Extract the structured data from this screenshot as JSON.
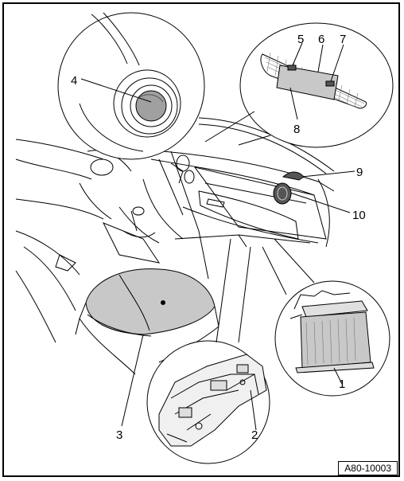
{
  "callouts": {
    "c1": "1",
    "c2": "2",
    "c3": "3",
    "c4": "4",
    "c5": "5",
    "c6": "6",
    "c7": "7",
    "c8": "8",
    "c9": "9",
    "c10": "10"
  },
  "figure_ref": "A80-10003",
  "colors": {
    "line": "#000000",
    "shade": "#c8c8c8",
    "dark": "#555555"
  }
}
